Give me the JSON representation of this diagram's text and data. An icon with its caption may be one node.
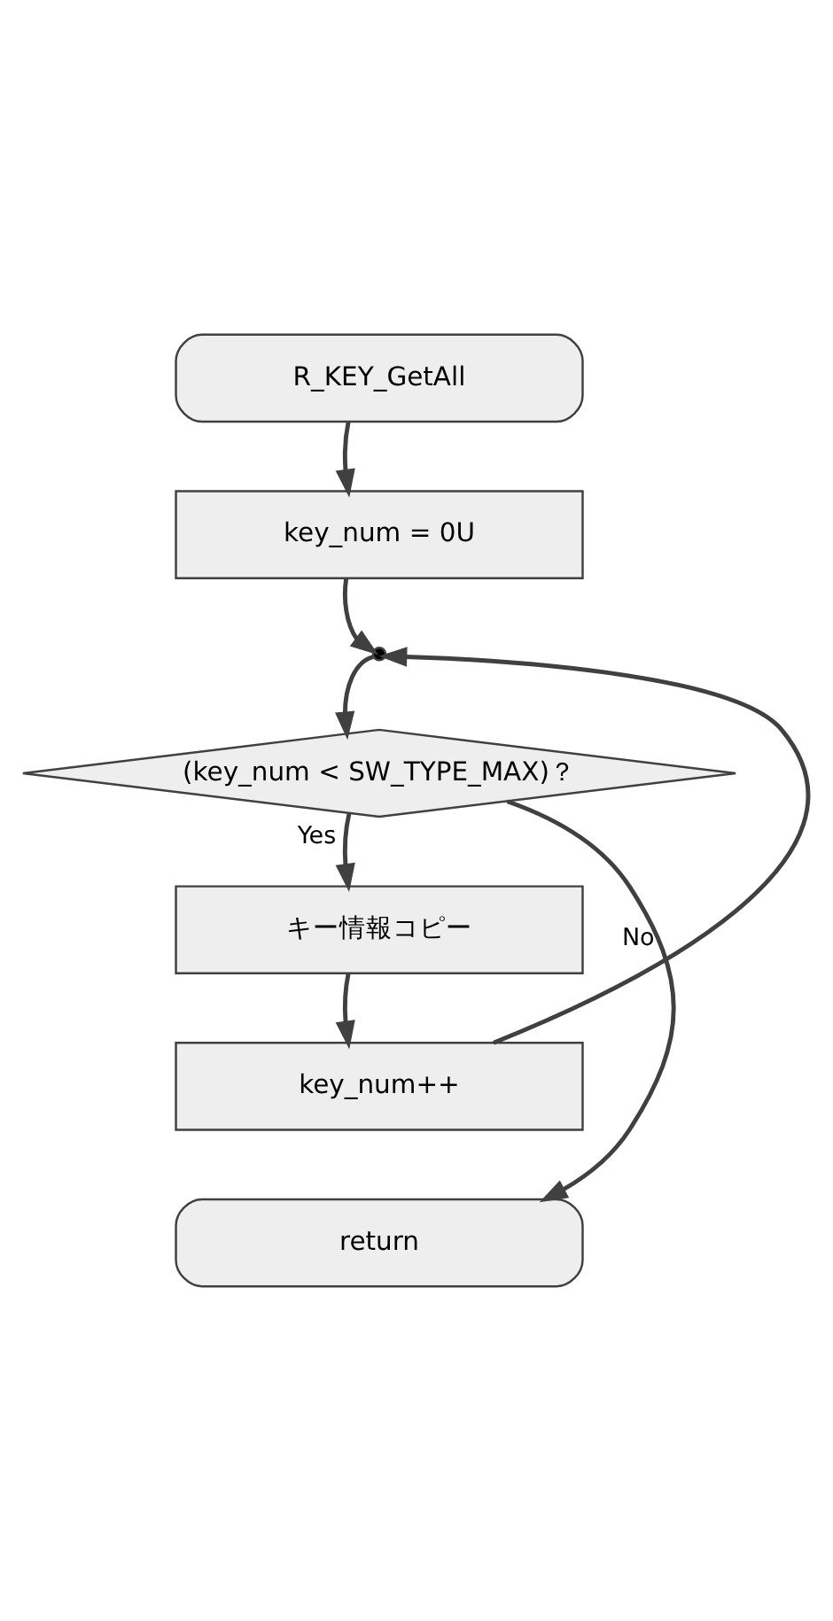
{
  "diagram": {
    "nodes": [
      {
        "text": [
          "R_KEY_GetAll"
        ]
      },
      {
        "text": [
          "key_num = 0U"
        ]
      },
      {
        "text": [],
        "shape": "circle"
      },
      {
        "text": [
          "(key_num < SW_TYPE_MAX)？"
        ]
      },
      {
        "text": [
          "キー情報コピー"
        ]
      },
      {
        "text": [
          "key_num++"
        ]
      },
      {
        "text": [
          "return"
        ]
      }
    ],
    "edges": [
      {
        "from": 0,
        "to": 1,
        "arrow": "to"
      },
      {
        "from": 1,
        "to": 2,
        "arrow": "to"
      },
      {
        "from": 2,
        "to": 3,
        "arrow": "to"
      },
      {
        "from": 3,
        "to": 4,
        "arrow": "to",
        "label": "Yes"
      },
      {
        "from": 4,
        "to": 5,
        "arrow": "to"
      },
      {
        "from": 5,
        "to": 2,
        "arrow": "to"
      },
      {
        "from": 3,
        "to": 6,
        "arrow": "to",
        "label": "No"
      }
    ]
  }
}
